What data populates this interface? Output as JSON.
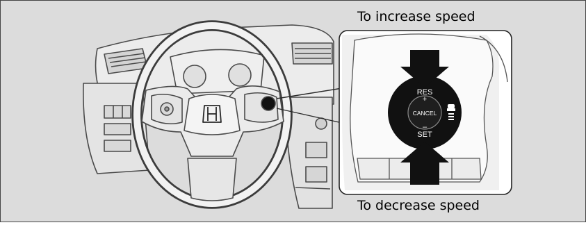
{
  "diagram": {
    "captions": {
      "increase": "To increase speed",
      "decrease": "To decrease speed"
    },
    "buttons": {
      "res": "RES",
      "plus": "+",
      "cancel": "CANCEL",
      "minus": "–",
      "set": "SET"
    },
    "colors": {
      "background": "#dcdcdc",
      "panel": "#e6e6e6",
      "line": "#3a3a3a",
      "button": "#111111",
      "arrow": "#111111"
    }
  }
}
